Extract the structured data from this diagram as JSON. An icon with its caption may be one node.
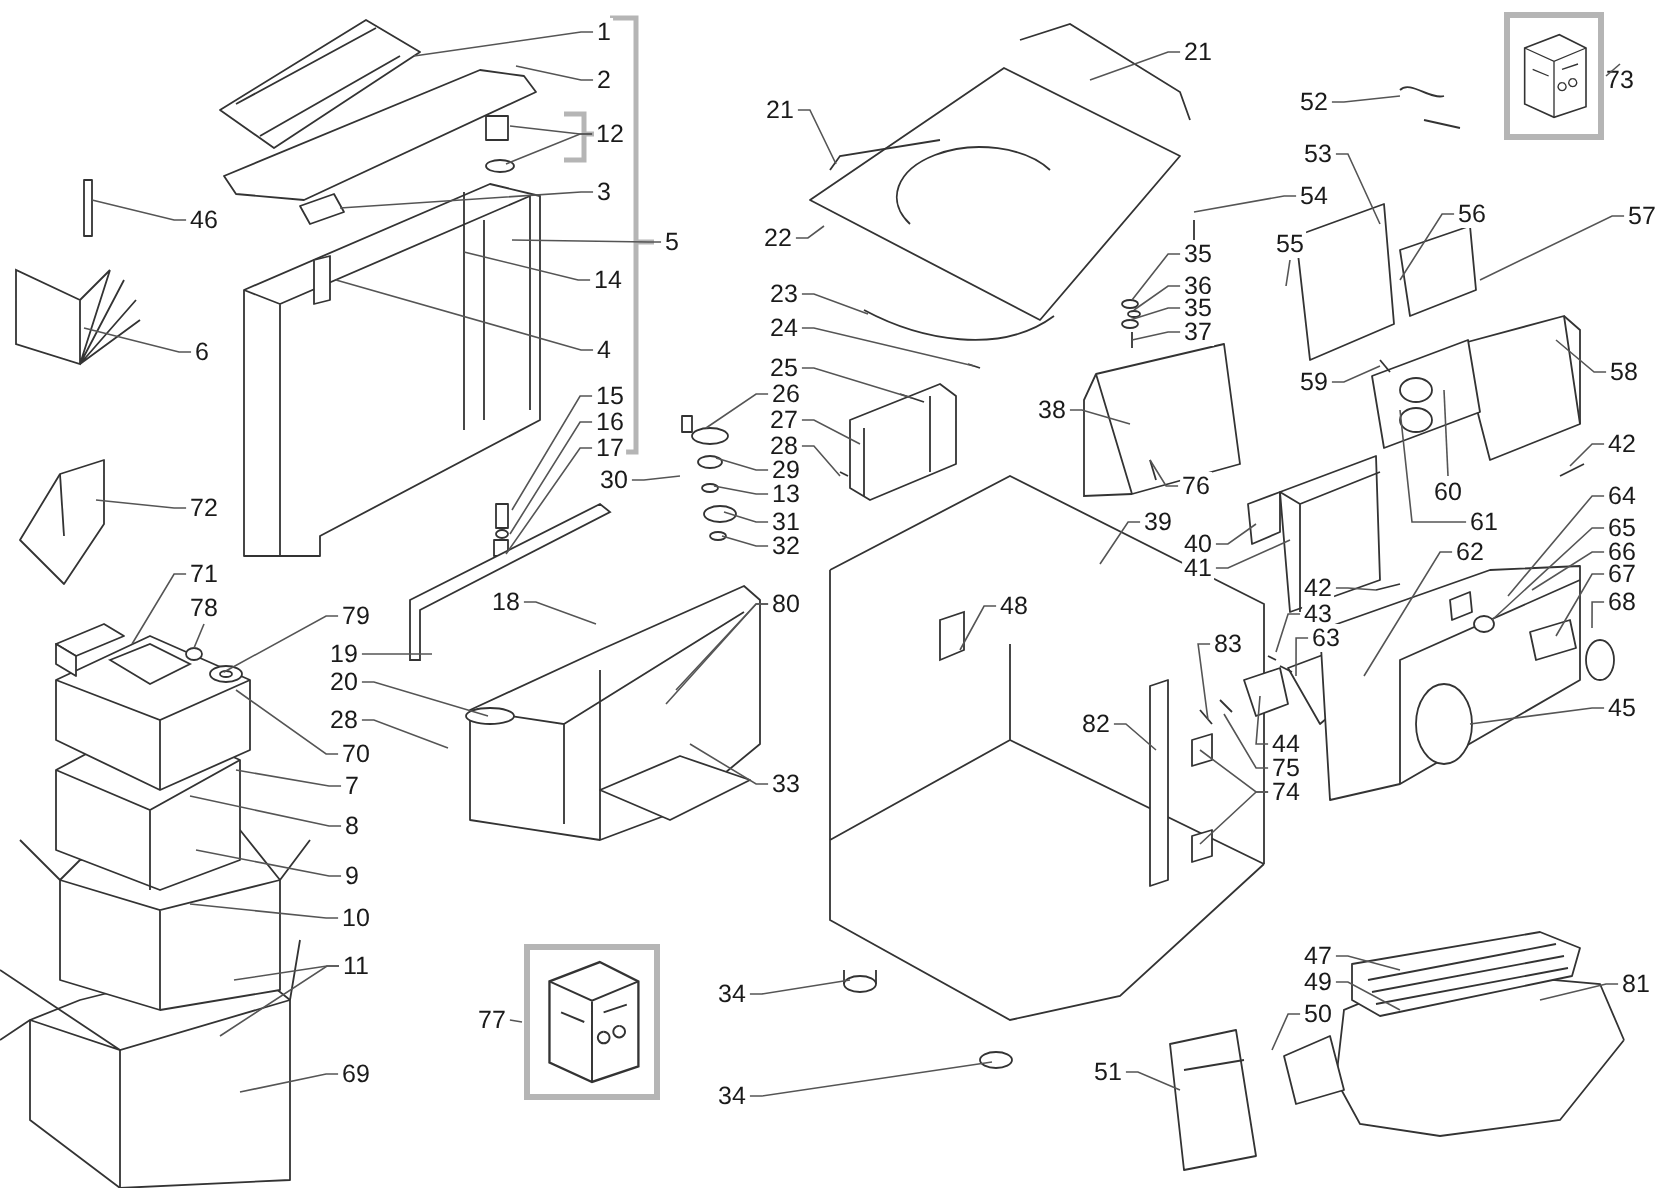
{
  "diagram": {
    "nodes": [
      {
        "text": [
          "1"
        ]
      },
      {
        "text": [
          "2"
        ]
      },
      {
        "text": [
          "12"
        ]
      },
      {
        "text": [
          "3"
        ]
      },
      {
        "text": [
          "46"
        ]
      },
      {
        "text": [
          "5"
        ]
      },
      {
        "text": [
          "14"
        ]
      },
      {
        "text": [
          "6"
        ]
      },
      {
        "text": [
          "4"
        ]
      },
      {
        "text": [
          "15"
        ]
      },
      {
        "text": [
          "16"
        ]
      },
      {
        "text": [
          "17"
        ]
      },
      {
        "text": [
          "72"
        ]
      },
      {
        "text": [
          "71"
        ]
      },
      {
        "text": [
          "78"
        ]
      },
      {
        "text": [
          "79"
        ]
      },
      {
        "text": [
          "70"
        ]
      },
      {
        "text": [
          "7"
        ]
      },
      {
        "text": [
          "8"
        ]
      },
      {
        "text": [
          "9"
        ]
      },
      {
        "text": [
          "10"
        ]
      },
      {
        "text": [
          "11"
        ]
      },
      {
        "text": [
          "69"
        ]
      },
      {
        "text": [
          "21"
        ]
      },
      {
        "text": [
          "22"
        ]
      },
      {
        "text": [
          "23"
        ]
      },
      {
        "text": [
          "24"
        ]
      },
      {
        "text": [
          "25"
        ]
      },
      {
        "text": [
          "26"
        ]
      },
      {
        "text": [
          "27"
        ]
      },
      {
        "text": [
          "28"
        ]
      },
      {
        "text": [
          "30"
        ]
      },
      {
        "text": [
          "29"
        ]
      },
      {
        "text": [
          "13"
        ]
      },
      {
        "text": [
          "31"
        ]
      },
      {
        "text": [
          "32"
        ]
      },
      {
        "text": [
          "18"
        ]
      },
      {
        "text": [
          "80"
        ]
      },
      {
        "text": [
          "19"
        ]
      },
      {
        "text": [
          "20"
        ]
      },
      {
        "text": [
          "28"
        ]
      },
      {
        "text": [
          "33"
        ]
      },
      {
        "text": [
          "77"
        ]
      },
      {
        "text": [],
        "shape": "picture"
      },
      {
        "text": [
          "34"
        ]
      },
      {
        "text": [
          "34"
        ]
      },
      {
        "text": [
          "21"
        ]
      },
      {
        "text": [
          "52"
        ]
      },
      {
        "text": [
          "53"
        ]
      },
      {
        "text": [
          "54"
        ]
      },
      {
        "text": [
          "55"
        ]
      },
      {
        "text": [
          "35"
        ]
      },
      {
        "text": [
          "36"
        ]
      },
      {
        "text": [
          "35"
        ]
      },
      {
        "text": [
          "37"
        ]
      },
      {
        "text": [
          "38"
        ]
      },
      {
        "text": [
          "76"
        ]
      },
      {
        "text": [
          "39"
        ]
      },
      {
        "text": [
          "40"
        ]
      },
      {
        "text": [
          "41"
        ]
      },
      {
        "text": [
          "48"
        ]
      },
      {
        "text": [
          "83"
        ]
      },
      {
        "text": [
          "82"
        ]
      },
      {
        "text": [
          "44"
        ]
      },
      {
        "text": [
          "75"
        ]
      },
      {
        "text": [
          "74"
        ]
      },
      {
        "text": [
          "47"
        ]
      },
      {
        "text": [
          "49"
        ]
      },
      {
        "text": [
          "50"
        ]
      },
      {
        "text": [
          "51"
        ]
      },
      {
        "text": [
          "73"
        ]
      },
      {
        "text": [],
        "shape": "picture"
      },
      {
        "text": [
          "56"
        ]
      },
      {
        "text": [
          "57"
        ]
      },
      {
        "text": [
          "59"
        ]
      },
      {
        "text": [
          "58"
        ]
      },
      {
        "text": [
          "42"
        ]
      },
      {
        "text": [
          "60"
        ]
      },
      {
        "text": [
          "61"
        ]
      },
      {
        "text": [
          "62"
        ]
      },
      {
        "text": [
          "42"
        ]
      },
      {
        "text": [
          "43"
        ]
      },
      {
        "text": [
          "63"
        ]
      },
      {
        "text": [
          "64"
        ]
      },
      {
        "text": [
          "65"
        ]
      },
      {
        "text": [
          "66"
        ]
      },
      {
        "text": [
          "67"
        ]
      },
      {
        "text": [
          "68"
        ]
      },
      {
        "text": [
          "45"
        ]
      },
      {
        "text": [
          "81"
        ]
      }
    ],
    "edges": [
      {
        "from": 0,
        "to": null,
        "arrow": "none"
      },
      {
        "from": 1,
        "to": null,
        "arrow": "none"
      },
      {
        "from": 2,
        "to": null,
        "arrow": "none"
      },
      {
        "from": 2,
        "to": null,
        "arrow": "none"
      },
      {
        "from": 3,
        "to": null,
        "arrow": "none"
      },
      {
        "from": 4,
        "to": null,
        "arrow": "none"
      },
      {
        "from": 5,
        "to": null,
        "arrow": "none"
      },
      {
        "from": 6,
        "to": null,
        "arrow": "none"
      },
      {
        "from": 7,
        "to": null,
        "arrow": "none"
      },
      {
        "from": 8,
        "to": null,
        "arrow": "none"
      },
      {
        "from": 9,
        "to": null,
        "arrow": "none"
      },
      {
        "from": 10,
        "to": null,
        "arrow": "none"
      },
      {
        "from": 11,
        "to": null,
        "arrow": "none"
      },
      {
        "from": 12,
        "to": null,
        "arrow": "none"
      },
      {
        "from": 13,
        "to": null,
        "arrow": "none"
      },
      {
        "from": 14,
        "to": null,
        "arrow": "none"
      },
      {
        "from": 15,
        "to": null,
        "arrow": "none"
      },
      {
        "from": 16,
        "to": null,
        "arrow": "none"
      },
      {
        "from": 17,
        "to": null,
        "arrow": "none"
      },
      {
        "from": 18,
        "to": null,
        "arrow": "none"
      },
      {
        "from": 19,
        "to": null,
        "arrow": "none"
      },
      {
        "from": 20,
        "to": null,
        "arrow": "none"
      },
      {
        "from": 21,
        "to": null,
        "arrow": "none"
      },
      {
        "from": 21,
        "to": null,
        "arrow": "none"
      },
      {
        "from": 22,
        "to": null,
        "arrow": "none"
      },
      {
        "from": 23,
        "to": null,
        "arrow": "none"
      },
      {
        "from": 24,
        "to": null,
        "arrow": "none"
      },
      {
        "from": 25,
        "to": null,
        "arrow": "none"
      },
      {
        "from": 26,
        "to": null,
        "arrow": "none"
      },
      {
        "from": 27,
        "to": null,
        "arrow": "none"
      },
      {
        "from": 28,
        "to": null,
        "arrow": "none"
      },
      {
        "from": 29,
        "to": null,
        "arrow": "none"
      },
      {
        "from": 30,
        "to": null,
        "arrow": "none"
      },
      {
        "from": 31,
        "to": null,
        "arrow": "none"
      },
      {
        "from": 32,
        "to": null,
        "arrow": "none"
      },
      {
        "from": 33,
        "to": null,
        "arrow": "none"
      },
      {
        "from": 34,
        "to": null,
        "arrow": "none"
      },
      {
        "from": 35,
        "to": null,
        "arrow": "none"
      },
      {
        "from": 36,
        "to": null,
        "arrow": "none"
      },
      {
        "from": 37,
        "to": null,
        "arrow": "none"
      },
      {
        "from": 37,
        "to": null,
        "arrow": "none"
      },
      {
        "from": 38,
        "to": null,
        "arrow": "none"
      },
      {
        "from": 39,
        "to": null,
        "arrow": "none"
      },
      {
        "from": 40,
        "to": null,
        "arrow": "none"
      },
      {
        "from": 41,
        "to": null,
        "arrow": "none"
      },
      {
        "from": 42,
        "to": 43,
        "arrow": "none"
      },
      {
        "from": 44,
        "to": null,
        "arrow": "none"
      },
      {
        "from": 45,
        "to": null,
        "arrow": "none"
      },
      {
        "from": 46,
        "to": null,
        "arrow": "none"
      },
      {
        "from": 47,
        "to": null,
        "arrow": "none"
      },
      {
        "from": 48,
        "to": null,
        "arrow": "none"
      },
      {
        "from": 49,
        "to": null,
        "arrow": "none"
      },
      {
        "from": 50,
        "to": null,
        "arrow": "none"
      },
      {
        "from": 51,
        "to": null,
        "arrow": "none"
      },
      {
        "from": 52,
        "to": null,
        "arrow": "none"
      },
      {
        "from": 53,
        "to": null,
        "arrow": "none"
      },
      {
        "from": 54,
        "to": null,
        "arrow": "none"
      },
      {
        "from": 55,
        "to": null,
        "arrow": "none"
      },
      {
        "from": 56,
        "to": null,
        "arrow": "none"
      },
      {
        "from": 57,
        "to": null,
        "arrow": "none"
      },
      {
        "from": 58,
        "to": null,
        "arrow": "none"
      },
      {
        "from": 59,
        "to": null,
        "arrow": "none"
      },
      {
        "from": 60,
        "to": null,
        "arrow": "none"
      },
      {
        "from": 61,
        "to": null,
        "arrow": "none"
      },
      {
        "from": 62,
        "to": null,
        "arrow": "none"
      },
      {
        "from": 63,
        "to": null,
        "arrow": "none"
      },
      {
        "from": 64,
        "to": null,
        "arrow": "none"
      },
      {
        "from": 65,
        "to": null,
        "arrow": "none"
      },
      {
        "from": 65,
        "to": null,
        "arrow": "none"
      },
      {
        "from": 66,
        "to": null,
        "arrow": "none"
      },
      {
        "from": 67,
        "to": null,
        "arrow": "none"
      },
      {
        "from": 68,
        "to": null,
        "arrow": "none"
      },
      {
        "from": 69,
        "to": null,
        "arrow": "none"
      },
      {
        "from": 70,
        "to": 71,
        "arrow": "none"
      },
      {
        "from": 72,
        "to": null,
        "arrow": "none"
      },
      {
        "from": 73,
        "to": null,
        "arrow": "none"
      },
      {
        "from": 74,
        "to": null,
        "arrow": "none"
      },
      {
        "from": 75,
        "to": null,
        "arrow": "none"
      },
      {
        "from": 76,
        "to": null,
        "arrow": "none"
      },
      {
        "from": 77,
        "to": null,
        "arrow": "none"
      },
      {
        "from": 78,
        "to": null,
        "arrow": "none"
      },
      {
        "from": 79,
        "to": null,
        "arrow": "none"
      },
      {
        "from": 80,
        "to": null,
        "arrow": "none"
      },
      {
        "from": 81,
        "to": null,
        "arrow": "none"
      },
      {
        "from": 82,
        "to": null,
        "arrow": "none"
      },
      {
        "from": 83,
        "to": null,
        "arrow": "none"
      },
      {
        "from": 84,
        "to": null,
        "arrow": "none"
      },
      {
        "from": 85,
        "to": null,
        "arrow": "none"
      },
      {
        "from": 86,
        "to": null,
        "arrow": "none"
      },
      {
        "from": 87,
        "to": null,
        "arrow": "none"
      },
      {
        "from": 88,
        "to": null,
        "arrow": "none"
      },
      {
        "from": 89,
        "to": null,
        "arrow": "none"
      }
    ]
  }
}
